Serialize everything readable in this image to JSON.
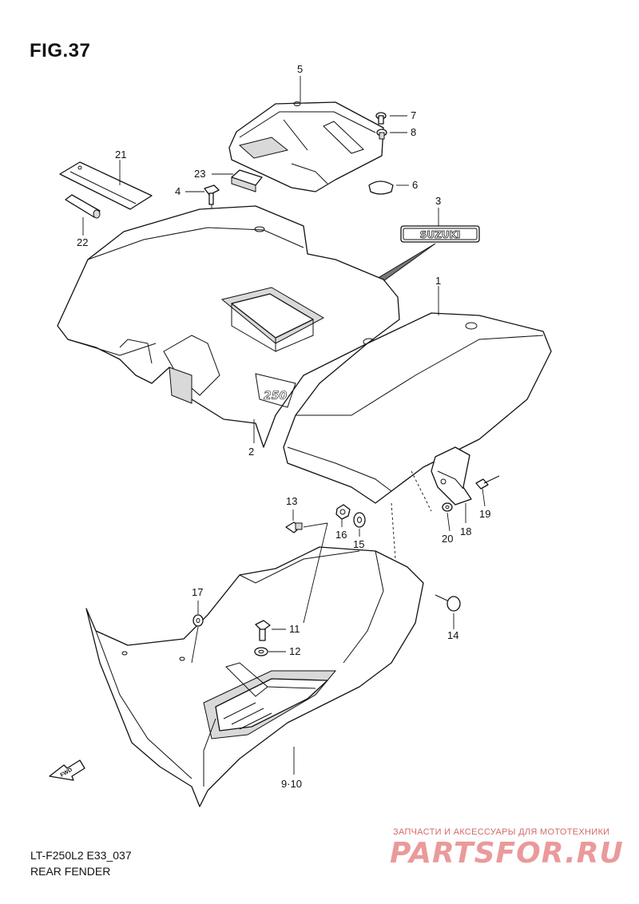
{
  "figure": {
    "title": "FIG.37",
    "model_code": "LT-F250L2 E33_037",
    "name": "REAR FENDER"
  },
  "emblem_text": "SUZUKI",
  "fwd_label": "FWD",
  "callouts": [
    {
      "id": "1",
      "label": "1"
    },
    {
      "id": "2",
      "label": "2"
    },
    {
      "id": "3",
      "label": "3"
    },
    {
      "id": "4",
      "label": "4"
    },
    {
      "id": "5",
      "label": "5"
    },
    {
      "id": "6",
      "label": "6"
    },
    {
      "id": "7",
      "label": "7"
    },
    {
      "id": "8",
      "label": "8"
    },
    {
      "id": "9",
      "label": "9·10"
    },
    {
      "id": "11",
      "label": "11"
    },
    {
      "id": "12",
      "label": "12"
    },
    {
      "id": "13",
      "label": "13"
    },
    {
      "id": "14",
      "label": "14"
    },
    {
      "id": "15",
      "label": "15"
    },
    {
      "id": "16",
      "label": "16"
    },
    {
      "id": "17",
      "label": "17"
    },
    {
      "id": "18",
      "label": "18"
    },
    {
      "id": "19",
      "label": "19"
    },
    {
      "id": "20",
      "label": "20"
    },
    {
      "id": "21",
      "label": "21"
    },
    {
      "id": "22",
      "label": "22"
    },
    {
      "id": "23",
      "label": "23"
    }
  ],
  "watermark": {
    "tagline": "ЗАПЧАСТИ И АКСЕССУАРЫ ДЛЯ МОТОТЕХНИКИ",
    "brand": "PARTSFOR.RU"
  },
  "colors": {
    "line": "#111111",
    "watermark": "#ea9a9a"
  }
}
